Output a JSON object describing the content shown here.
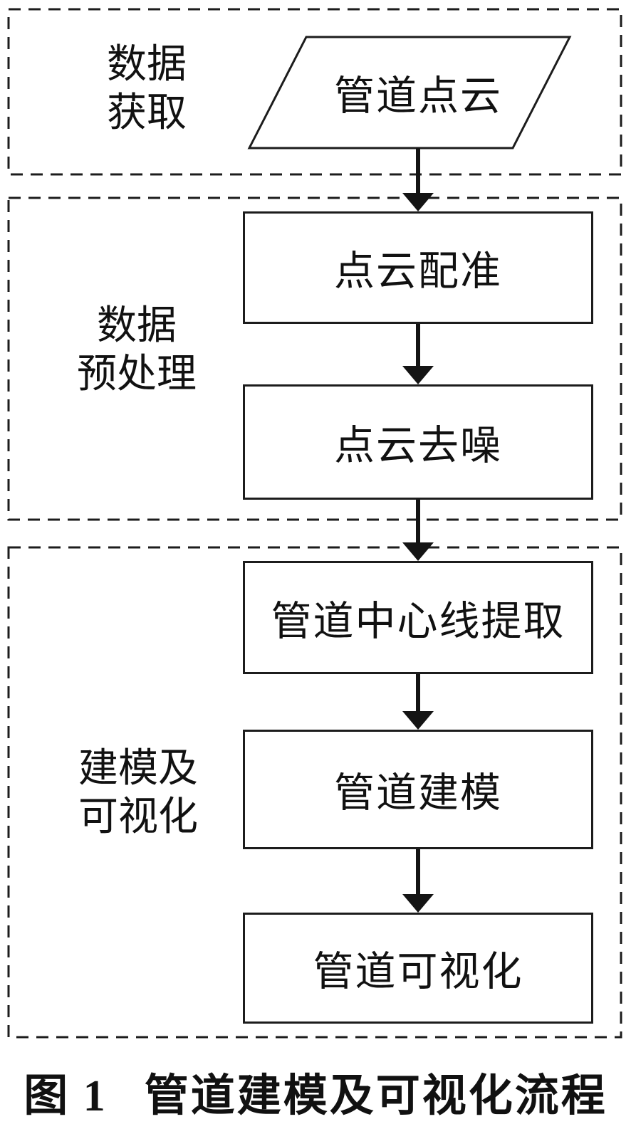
{
  "diagram": {
    "background_color": "#ffffff",
    "stroke_color": "#1c1c1c",
    "text_color": "#111111",
    "sections": [
      {
        "id": "data-acquisition",
        "lines": [
          "数据",
          "获取"
        ]
      },
      {
        "id": "data-preprocessing",
        "lines": [
          "数据",
          "预处理"
        ]
      },
      {
        "id": "modeling-visualization",
        "lines": [
          "建模及",
          "可视化"
        ]
      }
    ],
    "source_node": {
      "shape": "parallelogram",
      "label": "管道点云"
    },
    "process_nodes": [
      {
        "label": "点云配准"
      },
      {
        "label": "点云去噪"
      },
      {
        "label": "管道中心线提取"
      },
      {
        "label": "管道建模"
      },
      {
        "label": "管道可视化"
      }
    ],
    "caption": {
      "prefix": "图 1",
      "title": "管道建模及可视化流程"
    }
  }
}
